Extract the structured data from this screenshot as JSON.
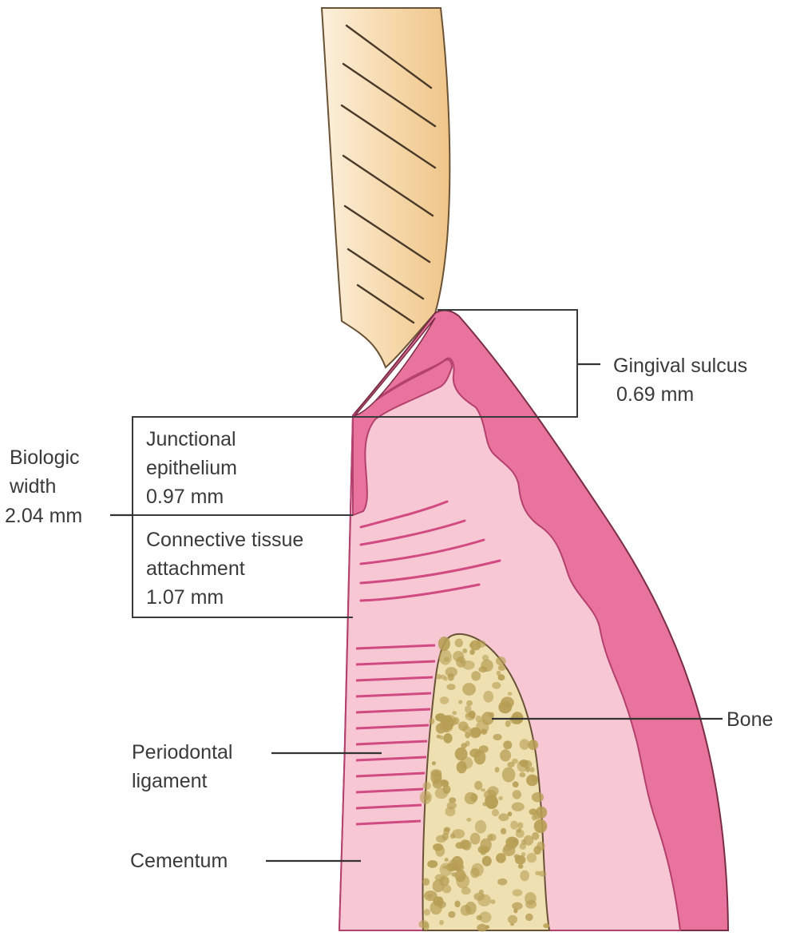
{
  "labels": {
    "gingival_sulcus": "Gingival sulcus",
    "gingival_sulcus_value": "0.69 mm",
    "biologic_width_1": "Biologic",
    "biologic_width_2": "width",
    "biologic_width_value": "2.04 mm",
    "junctional_1": "Junctional",
    "junctional_2": "epithelium",
    "junctional_value": "0.97 mm",
    "connective_1": "Connective tissue",
    "connective_2": "attachment",
    "connective_value": "1.07 mm",
    "bone": "Bone",
    "periodontal_1": "Periodontal",
    "periodontal_2": "ligament",
    "cementum": "Cementum"
  },
  "colors": {
    "tooth_enamel": "#f6d9ac",
    "gingiva_light": "#f7c7d4",
    "gingiva_dark": "#e8749d",
    "outline": "#7a2d45",
    "bone_fill": "#eee0b0",
    "bone_pore": "#b79e55"
  }
}
